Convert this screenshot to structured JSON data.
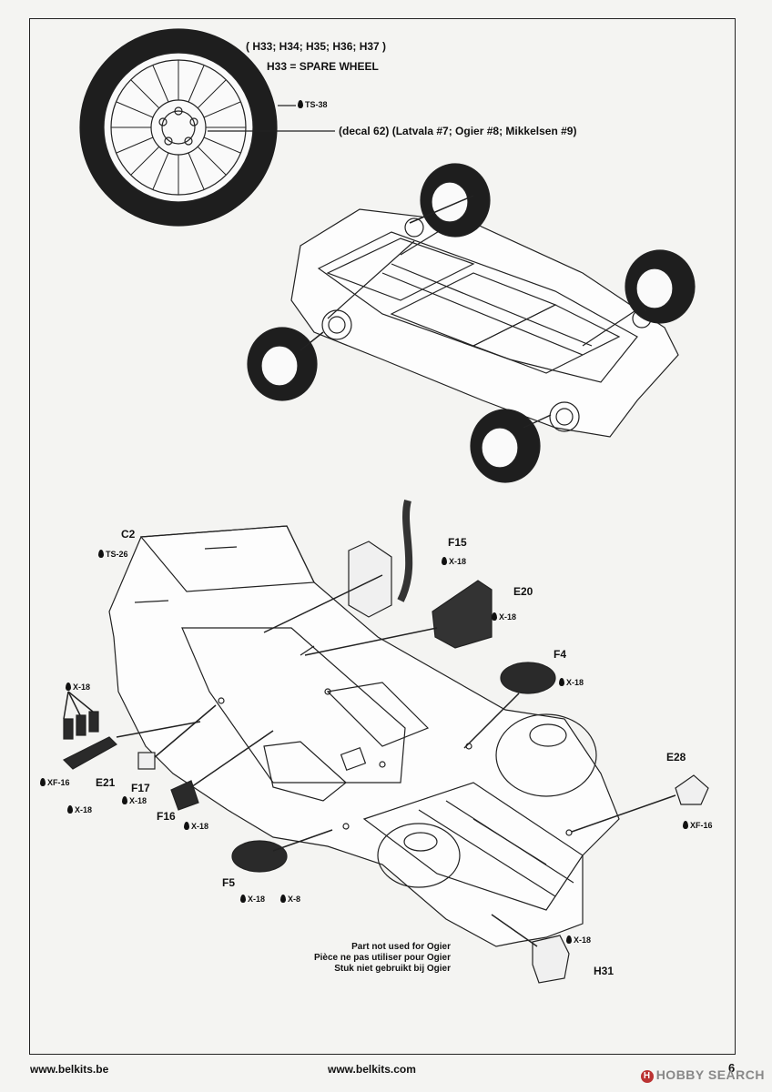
{
  "wheel": {
    "parts": "( H33; H34; H35; H36; H37 )",
    "spare": "H33 = SPARE WHEEL",
    "paint": "TS-38",
    "decal": "(decal 62) (Latvala #7; Ogier #8; Mikkelsen #9)"
  },
  "parts": {
    "c2": "C2",
    "c2_paint": "TS-26",
    "f15": "F15",
    "f15_paint": "X-18",
    "e20": "E20",
    "e20_paint": "X-18",
    "f4": "F4",
    "f4_paint": "X-18",
    "e21_paint_top": "X-18",
    "e21": "E21",
    "e21_paint_a": "XF-16",
    "e21_paint_b": "X-18",
    "f17": "F17",
    "f17_paint": "X-18",
    "f16": "F16",
    "f16_paint": "X-18",
    "e28": "E28",
    "e28_paint": "XF-16",
    "f5": "F5",
    "f5_paint_a": "X-18",
    "f5_paint_b": "X-8",
    "h31": "H31",
    "h31_paint": "X-18"
  },
  "note": {
    "en": "Part not used for Ogier",
    "fr": "Pièce ne pas utiliser pour Ogier",
    "nl": "Stuk niet gebruikt bij Ogier"
  },
  "footer": {
    "left_url": "www.belkits.be",
    "center_url": "www.belkits.com",
    "page_number": "6",
    "watermark": "HOBBY SEARCH"
  }
}
